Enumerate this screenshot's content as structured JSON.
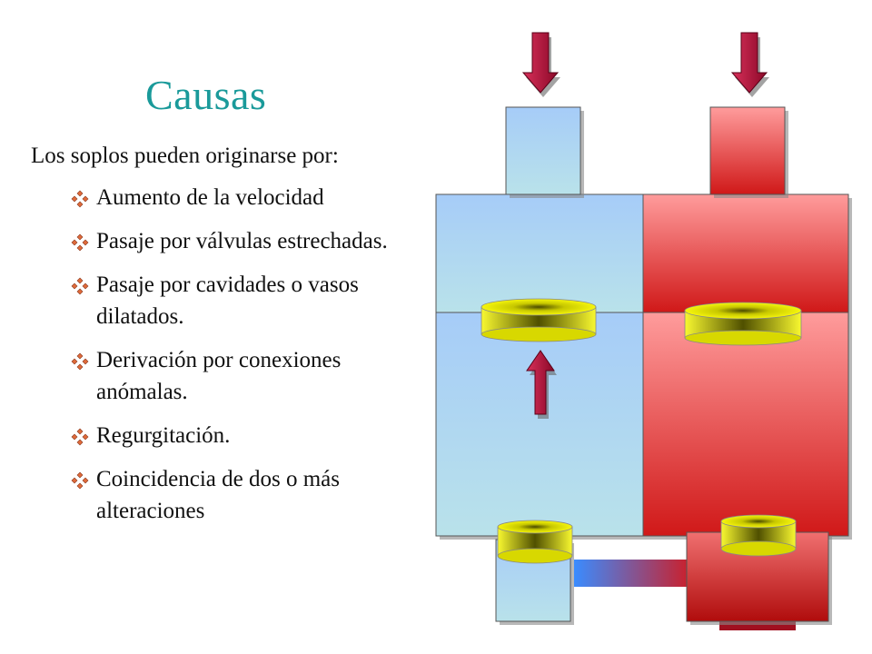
{
  "slide": {
    "title": "Causas",
    "intro": "Los soplos pueden originarse por:",
    "bullets": [
      {
        "text": "Aumento de la velocidad"
      },
      {
        "text": "Pasaje por válvulas estrechadas."
      },
      {
        "text": "Pasaje por cavidades o vasos dilatados."
      },
      {
        "text": "Derivación  por conexiones anómalas."
      },
      {
        "text": "Regurgitación."
      },
      {
        "text": "Coincidencia de dos o más alteraciones"
      }
    ]
  },
  "colors": {
    "title": "#1a9a9a",
    "bullet": "#e06a3a",
    "venous_blue": "#a9cdf5",
    "arterial_red": "#e83a3a",
    "valve_yellow": "#f2f20a",
    "arrow_crimson": "#a01030"
  }
}
